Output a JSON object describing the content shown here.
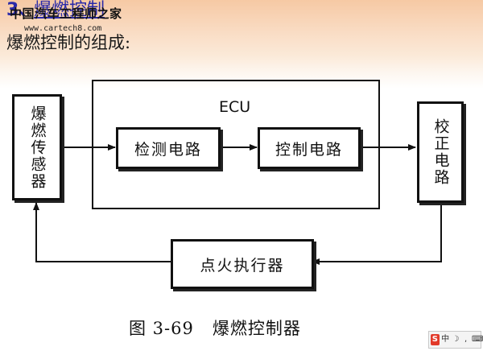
{
  "heading": {
    "number": "3、",
    "title": "爆燃控制"
  },
  "watermark": {
    "name": "中国汽车工程师之家",
    "url": "www.cartech8.com"
  },
  "subtitle": "爆燃控制的组成:",
  "diagram": {
    "ecu_label": "ECU",
    "knock_sensor": "爆燃传感器",
    "detect_circuit": "检测电路",
    "control_circuit": "控制电路",
    "correction_circuit": "校正电路",
    "ignition_actuator": "点火执行器"
  },
  "caption": "图 3-69   爆燃控制器",
  "ime_bar": {
    "logo": "S",
    "lang": "中",
    "icons": [
      "sogou-logo-icon",
      "moon-icon",
      "comma-icon",
      "keyboard-icon"
    ]
  }
}
